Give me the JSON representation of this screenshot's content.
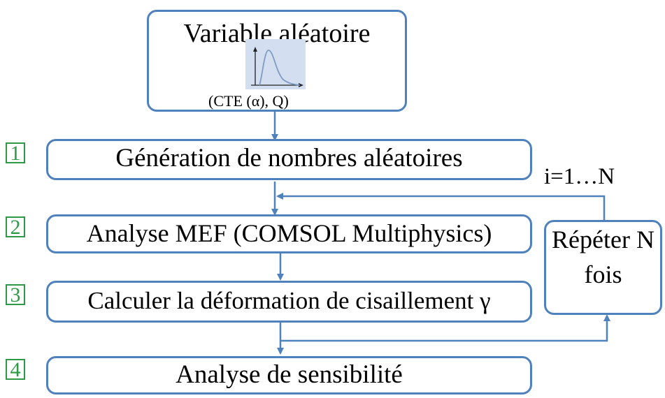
{
  "top_box": {
    "title": "Variable aléatoire",
    "params": "(CTE (α), Q)",
    "icon": "distribution-curve-icon"
  },
  "steps": [
    {
      "number": "1",
      "label": "Génération de nombres aléatoires"
    },
    {
      "number": "2",
      "label": "Analyse MEF (COMSOL Multiphysics)"
    },
    {
      "number": "3",
      "label": "Calculer la déformation de cisaillement γ"
    },
    {
      "number": "4",
      "label": "Analyse de sensibilité"
    }
  ],
  "loop": {
    "repeat_line1": "Répéter N",
    "repeat_line2": "fois",
    "index_label": "i=1…N"
  },
  "colors": {
    "box_border": "#4f81bd",
    "arrow": "#4f81bd",
    "step_number": "#2e9a48",
    "icon_bg": "#d3dff0",
    "curve": "#7f9bc4"
  }
}
